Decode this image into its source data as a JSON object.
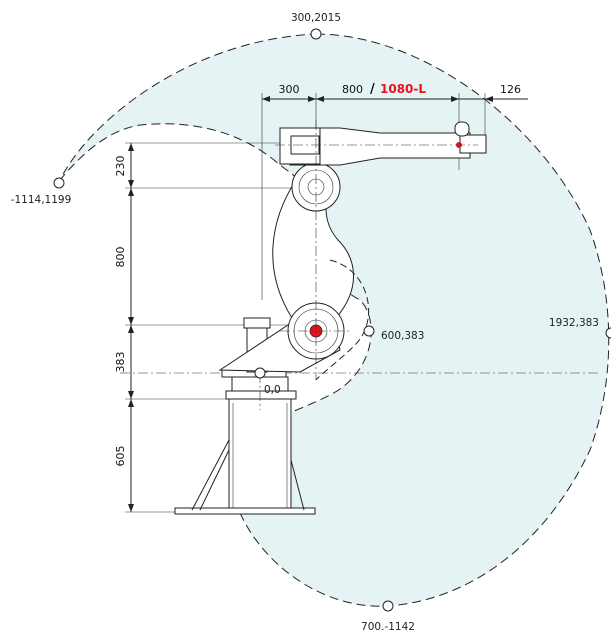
{
  "diagram": {
    "reach_points": [
      {
        "id": "top",
        "label": "300,2015"
      },
      {
        "id": "left",
        "label": "-1114,1199"
      },
      {
        "id": "right",
        "label": "1932,383"
      },
      {
        "id": "inner",
        "label": "600,383"
      },
      {
        "id": "origin",
        "label": "0,0"
      },
      {
        "id": "bottom",
        "label": "700.-1142"
      }
    ],
    "horizontal_dimensions": {
      "offset": "300",
      "arm_prefix": "800",
      "arm_separator": "/",
      "arm_variant": "1080-L",
      "wrist": "126"
    },
    "vertical_dimensions": {
      "upper": "230",
      "mid": "800",
      "lower": "383",
      "base": "605"
    },
    "colors": {
      "workspace_fill": "#e6f3f4",
      "variant_text": "#e8121b",
      "tcp_marker": "#e8121b"
    }
  }
}
